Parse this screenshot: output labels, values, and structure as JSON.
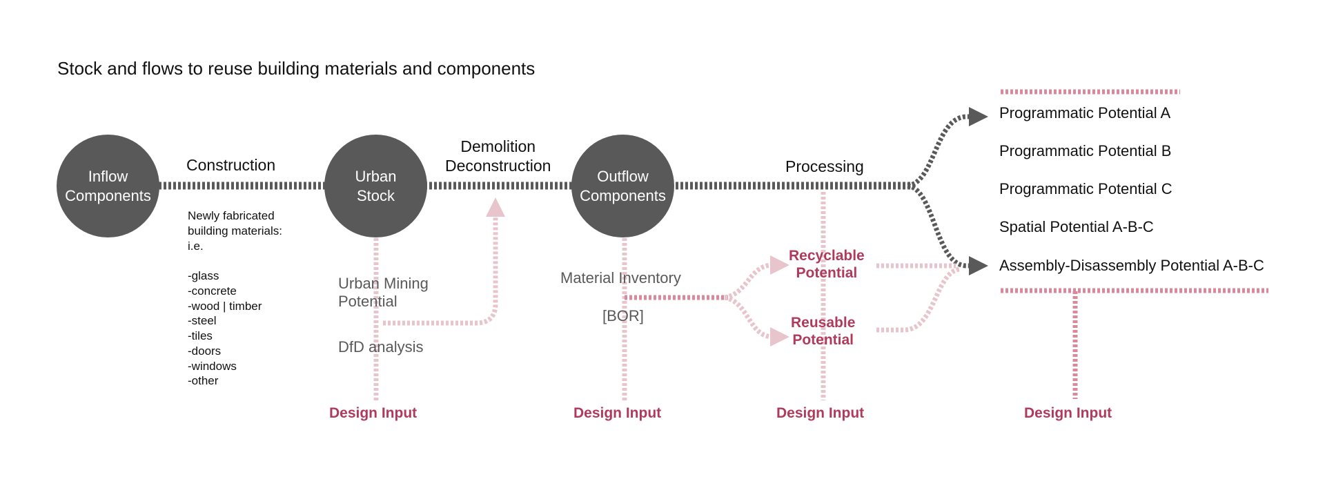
{
  "title": "Stock and flows to reuse building materials and components",
  "nodes": {
    "inflow": "Inflow\nComponents",
    "urban": "Urban\nStock",
    "outflow": "Outflow\nComponents"
  },
  "stages": {
    "construction": "Construction",
    "demolition": "Demolition\nDeconstruction",
    "processing": "Processing"
  },
  "materials_note": "Newly fabricated\nbuilding materials:\ni.e.\n\n-glass\n-concrete\n-wood | timber\n-steel\n-tiles\n-doors\n-windows\n-other",
  "urban_mining": "Urban Mining\nPotential",
  "dfd": "DfD analysis",
  "material_inventory": "Material Inventory",
  "bor": "[BOR]",
  "recyclable": "Recyclable\nPotential",
  "reusable": "Reusable\nPotential",
  "potentials": [
    "Programmatic Potential A",
    "Programmatic Potential B",
    "Programmatic Potential C",
    "Spatial Potential A-B-C",
    "Assembly-Disassembly Potential A-B-C"
  ],
  "design_input": [
    "Design Input",
    "Design Input",
    "Design Input",
    "Design Input"
  ],
  "colors": {
    "node": "#595959",
    "flow": "#595959",
    "pink_line": "#e8c4cc",
    "pink_strong": "#d9899b",
    "accent": "#b03a5b"
  }
}
